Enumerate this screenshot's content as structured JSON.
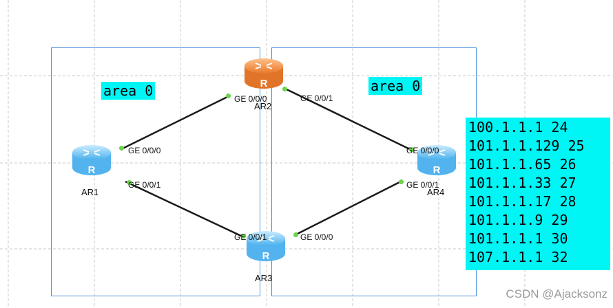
{
  "areas": [
    {
      "label": "area 0"
    },
    {
      "label": "area 0"
    }
  ],
  "routers": [
    {
      "name": "AR1",
      "type": "router-icon",
      "color": "#5ab6ee"
    },
    {
      "name": "AR2",
      "type": "router-icon",
      "color": "#f2913c"
    },
    {
      "name": "AR3",
      "type": "router-icon",
      "color": "#5ab6ee"
    },
    {
      "name": "AR4",
      "type": "router-icon",
      "color": "#5ab6ee"
    }
  ],
  "ports": {
    "ar1_top": "GE 0/0/0",
    "ar1_bottom": "GE 0/0/1",
    "ar2_left": "GE 0/0/0",
    "ar2_right": "GE 0/0/1",
    "ar3_left": "GE 0/0/1",
    "ar3_right": "GE 0/0/0",
    "ar4_top": "GE 0/0/0",
    "ar4_bottom": "GE 0/0/1"
  },
  "ip_list": [
    "100.1.1.1 24",
    "101.1.1.129 25",
    "101.1.1.65 26",
    "101.1.1.33 27",
    "101.1.1.17 28",
    "101.1.1.9 29",
    "101.1.1.1 30",
    "107.1.1.1 32"
  ],
  "colors": {
    "label_bg": "#00f5f5",
    "area_border": "#4a90d9",
    "link": "#1a1a1a",
    "port_dot": "#6bd34a"
  },
  "watermark": "CSDN @Ajacksonz"
}
